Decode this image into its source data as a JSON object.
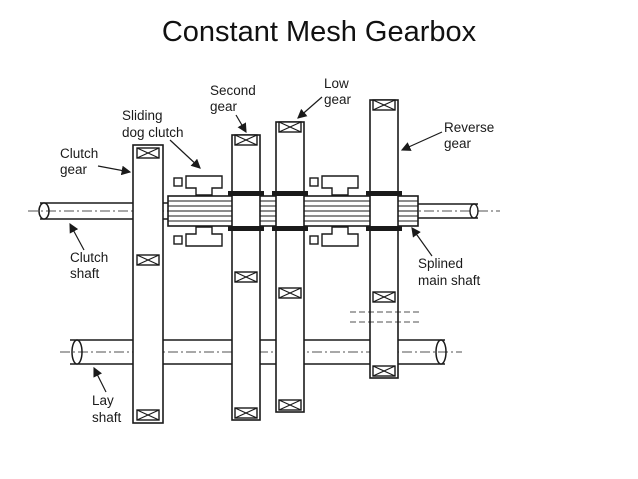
{
  "title": "Constant Mesh Gearbox",
  "labels": {
    "sliding_line1": "Sliding",
    "sliding_line2": "dog clutch",
    "second_line1": "Second",
    "second_line2": "gear",
    "low_line1": "Low",
    "low_line2": "gear",
    "reverse_line1": "Reverse",
    "reverse_line2": "gear",
    "clutch_gear_line1": "Clutch",
    "clutch_gear_line2": "gear",
    "clutch_shaft_line1": "Clutch",
    "clutch_shaft_line2": "shaft",
    "splined_line1": "Splined",
    "splined_line2": "main shaft",
    "lay_line1": "Lay",
    "lay_line2": "shaft"
  },
  "colors": {
    "ink": "#1a1a1a",
    "background": "#ffffff"
  }
}
